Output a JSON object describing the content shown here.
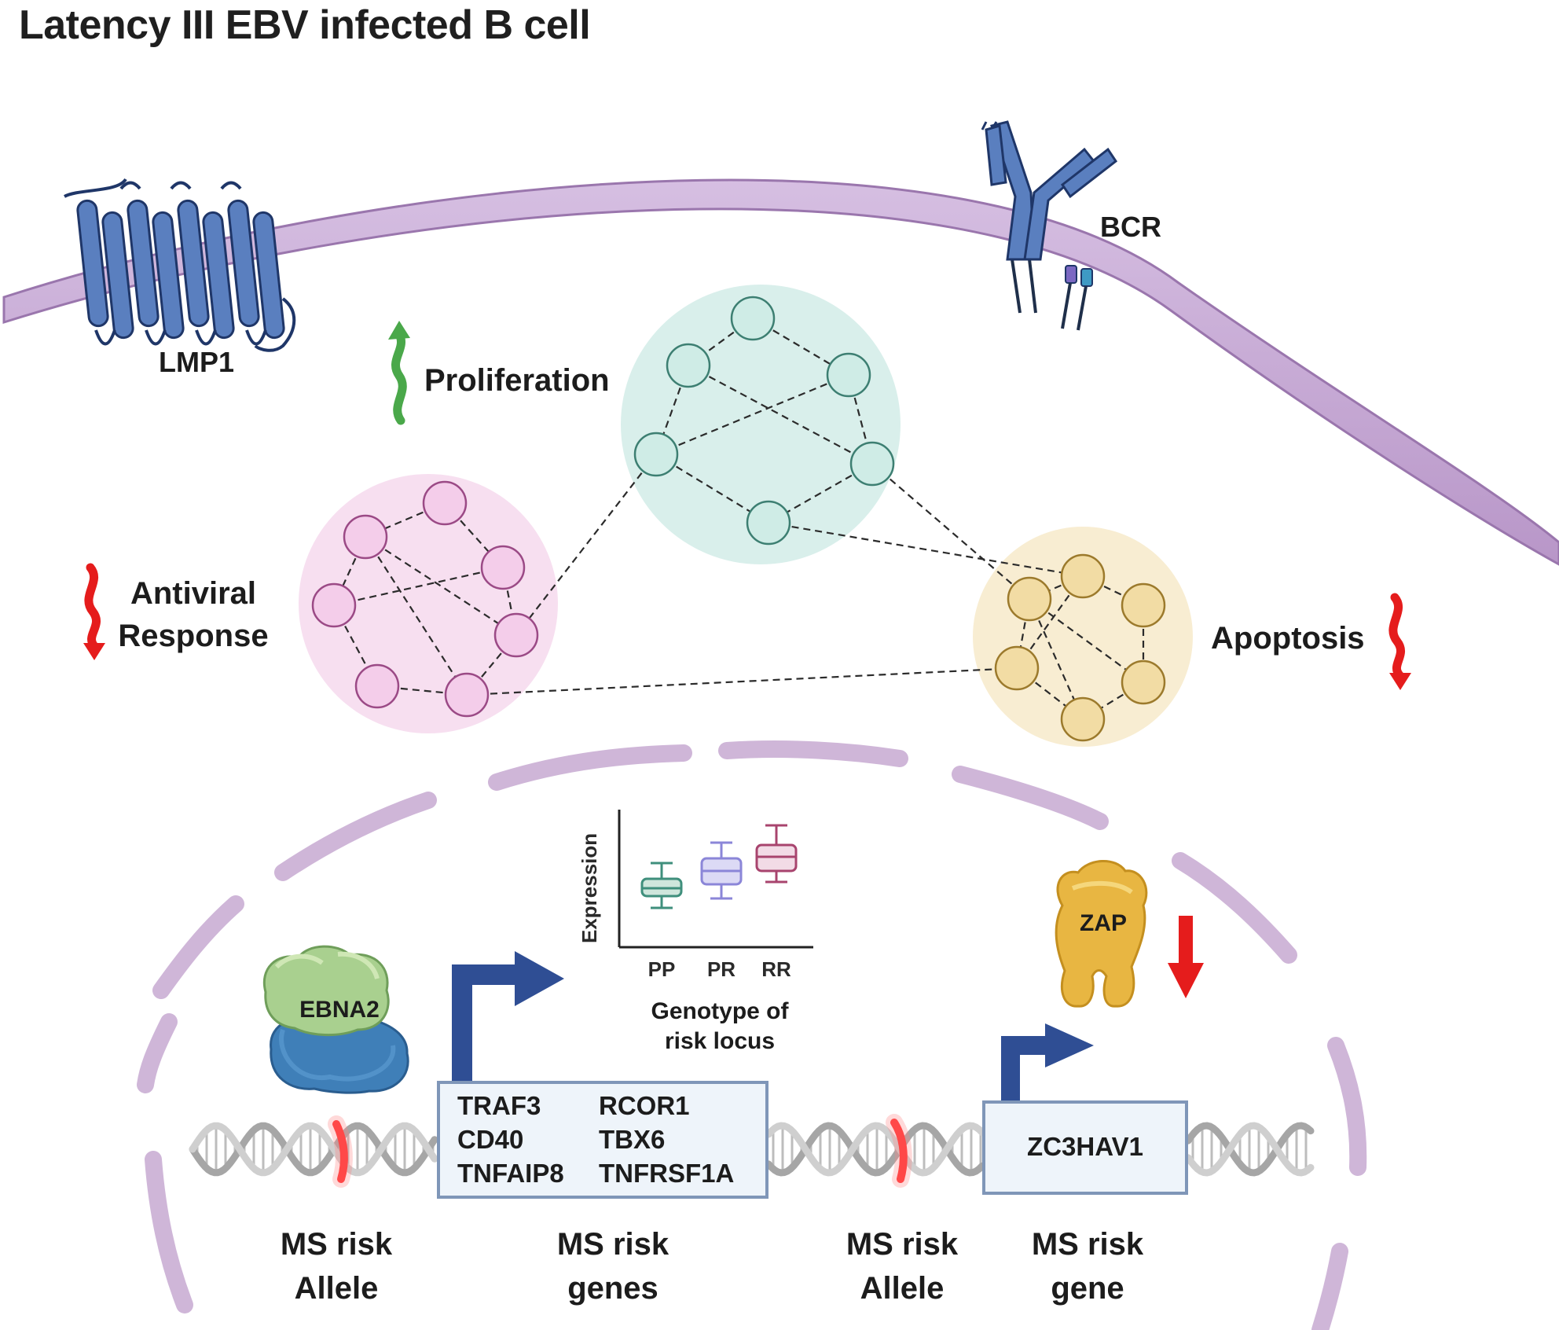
{
  "title": "Latency III EBV infected B cell",
  "labels": {
    "lmp1": "LMP1",
    "bcr": "BCR",
    "proliferation": "Proliferation",
    "antiviral_line1": "Antiviral",
    "antiviral_line2": "Response",
    "apoptosis": "Apoptosis",
    "ebna2": "EBNA2",
    "zap": "ZAP",
    "zc3hav1": "ZC3HAV1"
  },
  "genes_left_col": [
    "TRAF3",
    "CD40",
    "TNFAIP8"
  ],
  "genes_right_col": [
    "RCOR1",
    "TBX6",
    "TNFRSF1A"
  ],
  "bottom_labels": [
    {
      "line1": "MS risk",
      "line2": "Allele"
    },
    {
      "line1": "MS risk",
      "line2": "genes"
    },
    {
      "line1": "MS risk",
      "line2": "Allele"
    },
    {
      "line1": "MS risk",
      "line2": "gene"
    }
  ],
  "boxplot": {
    "ylabel": "Expression",
    "xlabel_line1": "Genotype of",
    "xlabel_line2": "risk locus",
    "categories": [
      "PP",
      "PR",
      "RR"
    ],
    "colors": [
      "#3f8f7c",
      "#8b86d8",
      "#a8446e"
    ],
    "fills": [
      "#cfe6dc",
      "#dcdaf5",
      "#f2dbe6"
    ]
  },
  "colors": {
    "membrane": "#c9aed6",
    "membrane_edge": "#9a76ad",
    "receptor": "#5a7fbf",
    "receptor_edge": "#1f3668",
    "green_cluster": "#d9efeb",
    "green_node": "#cfece6",
    "green_node_edge": "#3d7f72",
    "pink_cluster": "#f7dff0",
    "pink_node": "#f4cdea",
    "pink_node_edge": "#9b4a86",
    "yellow_cluster": "#f8edd2",
    "yellow_node": "#f2dca4",
    "yellow_node_edge": "#9c7a2c",
    "up_arrow": "#4aa84a",
    "down_arrow": "#e51c1c",
    "promoter_arrow": "#2f4e94"
  }
}
